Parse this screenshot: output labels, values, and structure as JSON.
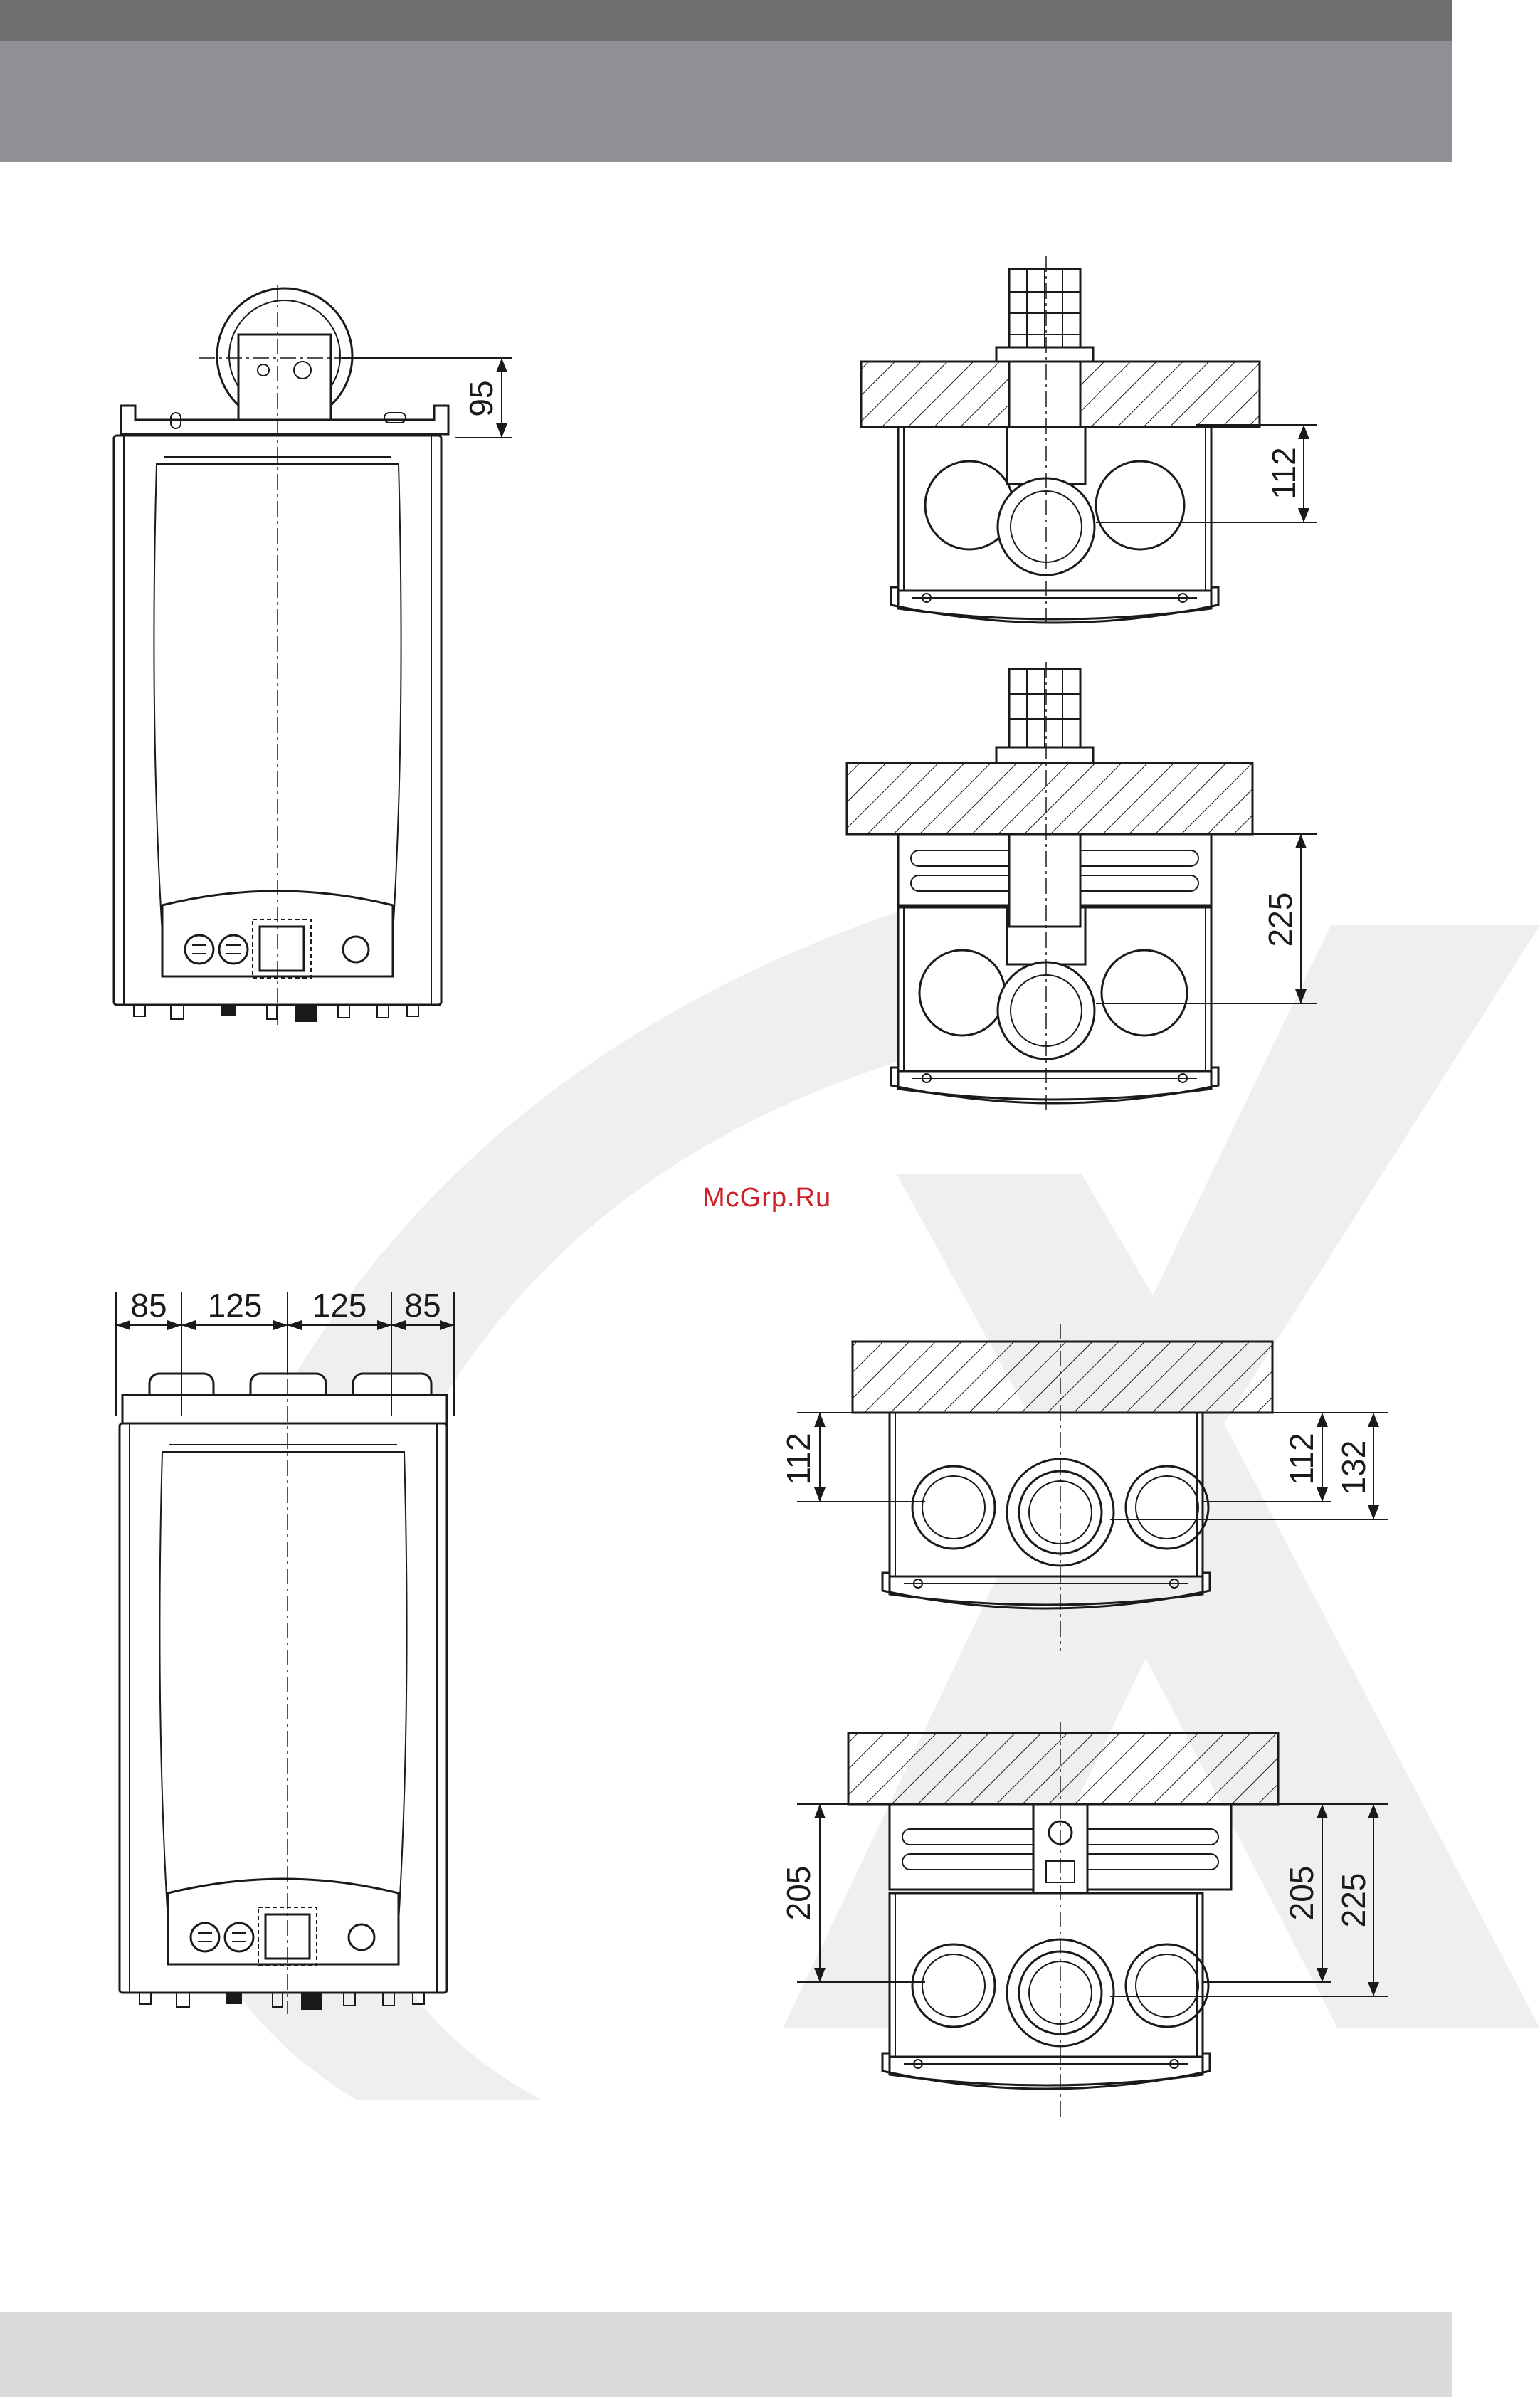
{
  "colors": {
    "header_dark": "#6e6f71",
    "header": "#8f9093",
    "footer": "#d9dadb",
    "watermark": "#cc2127",
    "logo_shape": "#efefef"
  },
  "watermark_text": "McGrp.Ru",
  "icons": [
    "brand-logo-icon",
    "hatched-wall-icon",
    "flue-terminal-icon",
    "boiler-front-icon"
  ],
  "dimensions": {
    "front_flue_offset": "95",
    "fig_right_top_vertical": "112",
    "fig_right_mid_vertical": "225",
    "front_spacing": [
      "85",
      "125",
      "125",
      "85"
    ],
    "top_view_left": "112",
    "top_view_right_inner": "112",
    "top_view_right_outer": "132",
    "bottom_view_left": "205",
    "bottom_view_right_inner": "205",
    "bottom_view_right_outer": "225"
  }
}
